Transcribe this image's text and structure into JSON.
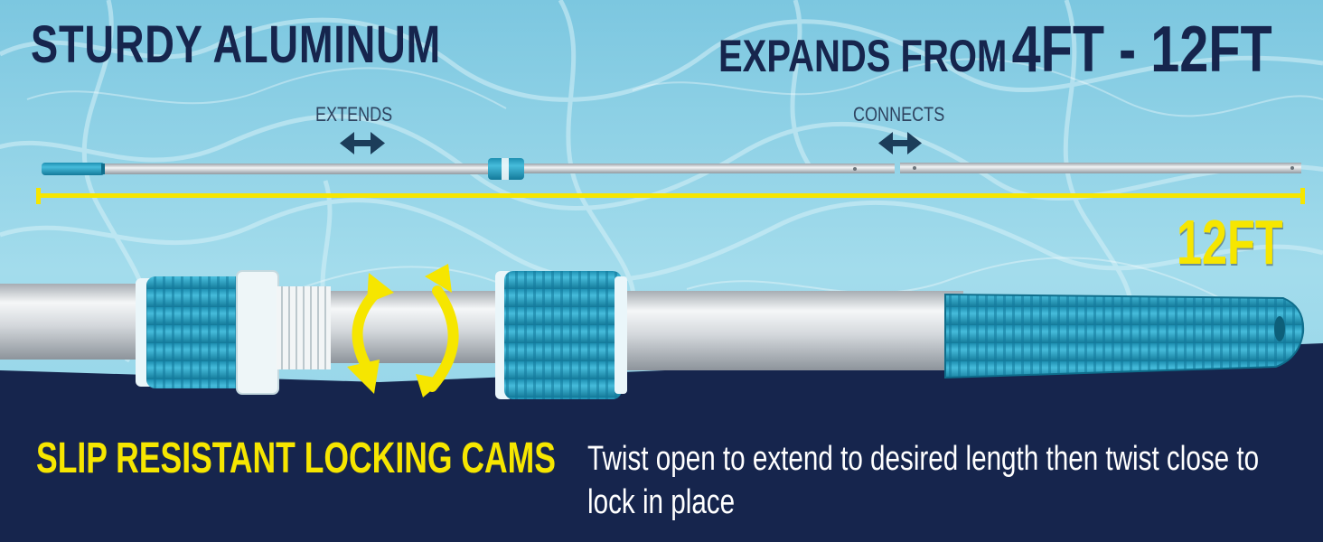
{
  "headline": {
    "left": "STURDY ALUMINUM",
    "right_prefix": "EXPANDS FROM",
    "right_range": "4FT - 12FT"
  },
  "pole_diagram": {
    "extends_label": "EXTENDS",
    "connects_label": "CONNECTS",
    "length_label": "12FT"
  },
  "feature": {
    "title": "SLIP RESISTANT LOCKING CAMS",
    "description": "Twist open to extend to desired length then twist close to lock in place"
  },
  "colors": {
    "navy": "#16254d",
    "accent_yellow": "#f6e600",
    "teal": "#2aa5c6",
    "water": "#8fd0e6"
  },
  "icons": [
    "double-arrow-icon",
    "rotate-arrows-icon"
  ]
}
